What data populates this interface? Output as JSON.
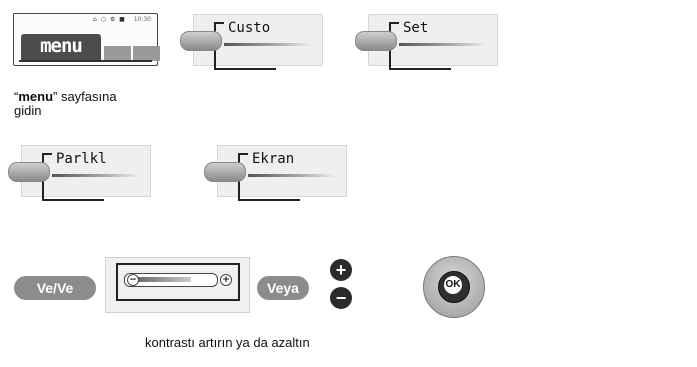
{
  "screen": {
    "clock": "10:30",
    "icons": "⌂ ○ ⚙ ■",
    "menu_label": "menu"
  },
  "keys": [
    {
      "label": "Custo"
    },
    {
      "label": "Set"
    },
    {
      "label": "Parlkl"
    },
    {
      "label": "Ekran"
    }
  ],
  "instruction_menu": {
    "quote_open": "“",
    "bold": "menu",
    "rest_line1": "” sayfasına",
    "line2": "gidin"
  },
  "pills": {
    "left": "Ve/Ve",
    "right": "Veya"
  },
  "buttons": {
    "plus": "+",
    "minus": "−",
    "ok": "OK"
  },
  "caption_bottom": "kontrastı artırın ya da azaltın"
}
